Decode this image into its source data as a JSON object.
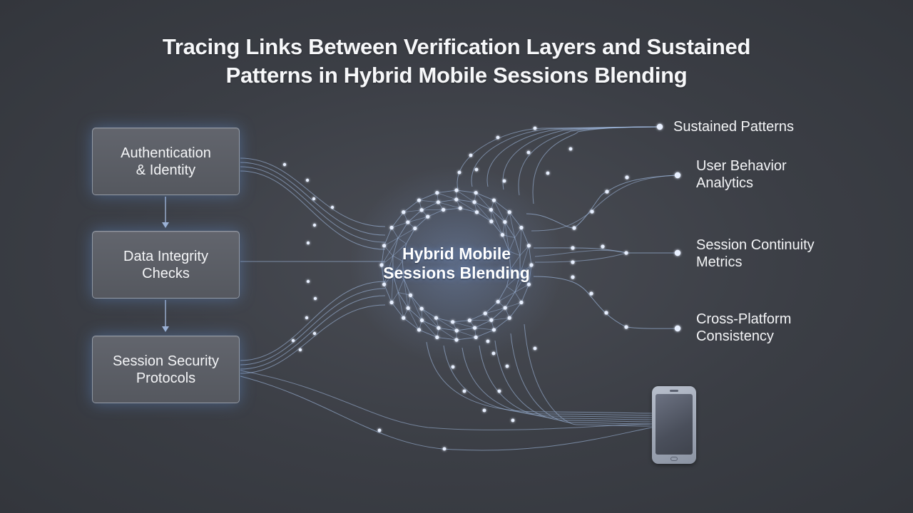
{
  "title": {
    "line1": "Tracing Links Between Verification Layers and Sustained",
    "line2": "Patterns in Hybrid Mobile Sessions Blending"
  },
  "verification_layers": [
    {
      "line1": "Authentication",
      "line2": "& Identity"
    },
    {
      "line1": "Data Integrity",
      "line2": "Checks"
    },
    {
      "line1": "Session Security",
      "line2": "Protocols"
    }
  ],
  "hub": {
    "line1": "Hybrid Mobile",
    "line2": "Sessions Blending"
  },
  "outputs": [
    {
      "line1": "Sustained Patterns",
      "line2": ""
    },
    {
      "line1": "User Behavior",
      "line2": "Analytics"
    },
    {
      "line1": "Session Continuity",
      "line2": "Metrics"
    },
    {
      "line1": "Cross-Platform",
      "line2": "Consistency"
    }
  ],
  "icons": {
    "device": "mobile-phone-icon",
    "arrow": "arrow-down-icon"
  },
  "colors": {
    "background": "#3b3e45",
    "box_fill": "#5c5f67",
    "glow": "#6eaaff",
    "line": "#a9c4ec",
    "node": "#e8f0ff"
  }
}
